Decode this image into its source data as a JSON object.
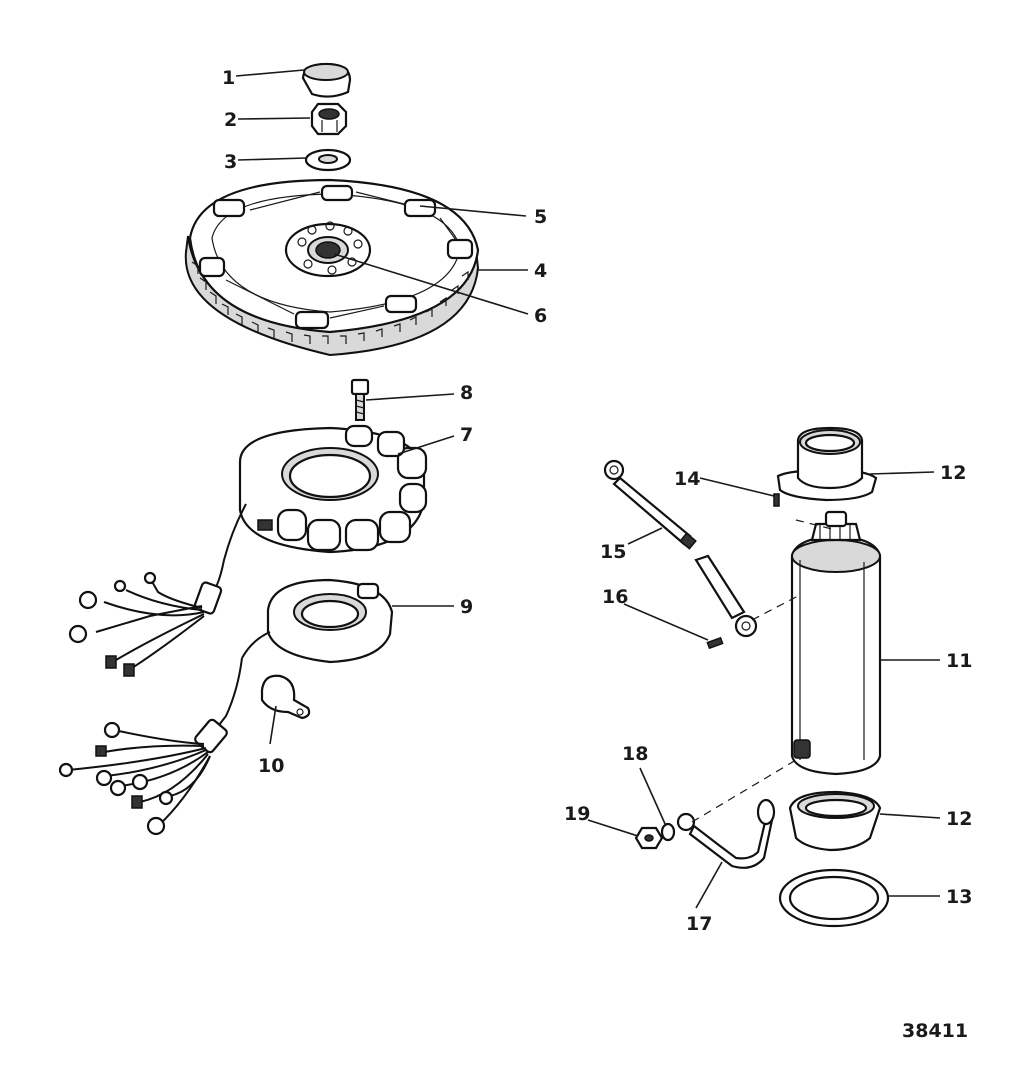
{
  "figure_id": "38411",
  "callouts": [
    {
      "id": "c1",
      "text": "1"
    },
    {
      "id": "c2",
      "text": "2"
    },
    {
      "id": "c3",
      "text": "3"
    },
    {
      "id": "c4",
      "text": "4"
    },
    {
      "id": "c5",
      "text": "5"
    },
    {
      "id": "c6",
      "text": "6"
    },
    {
      "id": "c7",
      "text": "7"
    },
    {
      "id": "c8",
      "text": "8"
    },
    {
      "id": "c9",
      "text": "9"
    },
    {
      "id": "c10",
      "text": "10"
    },
    {
      "id": "c11",
      "text": "11"
    },
    {
      "id": "c12a",
      "text": "12"
    },
    {
      "id": "c12b",
      "text": "12"
    },
    {
      "id": "c13",
      "text": "13"
    },
    {
      "id": "c14",
      "text": "14"
    },
    {
      "id": "c15",
      "text": "15"
    },
    {
      "id": "c16",
      "text": "16"
    },
    {
      "id": "c17",
      "text": "17"
    },
    {
      "id": "c18",
      "text": "18"
    },
    {
      "id": "c19",
      "text": "19"
    }
  ],
  "colors": {
    "ink": "#1a1a1a",
    "fill": "#d9d9d9",
    "paper": "#ffffff"
  }
}
